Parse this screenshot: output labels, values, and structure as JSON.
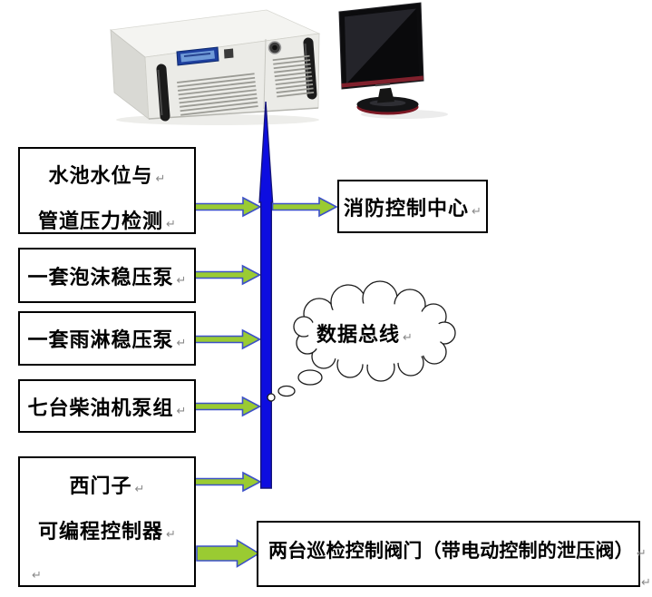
{
  "colors": {
    "arrow_green_fill": "#9acb32",
    "arrow_green_outline": "#3c50c8",
    "arrow_blue_fill": "#0d0de0",
    "arrow_blue_outline": "#15157a",
    "box_border": "#000000",
    "mark_gray": "#8a8a8a"
  },
  "icons": {
    "return_mark": "↵"
  },
  "nodes": {
    "pool_level": {
      "line1": "水池水位与",
      "line2": "管道压力检测"
    },
    "foam_pump": {
      "label": "一套泡沫稳压泵"
    },
    "rain_pump": {
      "label": "一套雨淋稳压泵"
    },
    "diesel_pump": {
      "label": "七台柴油机泵组"
    },
    "siemens": {
      "line1": "西门子",
      "line2": "可编程控制器"
    },
    "fire_center": {
      "label": "消防控制中心"
    },
    "valves": {
      "label": "两台巡检控制阀门（带电动控制的泄压阀）"
    },
    "data_bus": {
      "label": "数据总线"
    }
  }
}
